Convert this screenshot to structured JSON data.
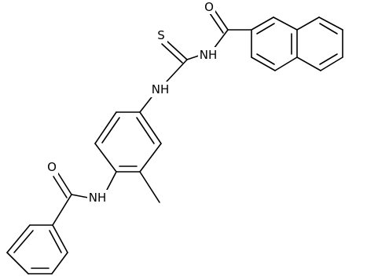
{
  "atom_labels": {
    "carbonyl_oxygen_top": "O",
    "thione_sulfur": "S",
    "thiourea_nh_right": "NH",
    "thiourea_nh_left": "NH",
    "amide_oxygen_bottom": "O",
    "amide_nh_bottom": "NH"
  },
  "colors": {
    "bond": "#000000",
    "background": "#ffffff"
  }
}
